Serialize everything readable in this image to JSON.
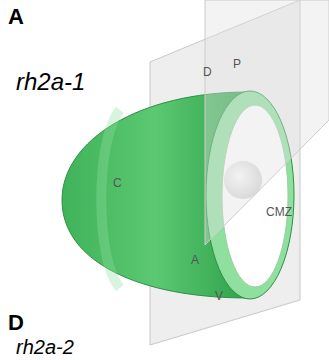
{
  "diagram": {
    "labels": [
      "A",
      "rh2a-1",
      "D",
      "P",
      "C",
      "CMZ",
      "A",
      "V",
      "D",
      "rh2a-2"
    ]
  }
}
